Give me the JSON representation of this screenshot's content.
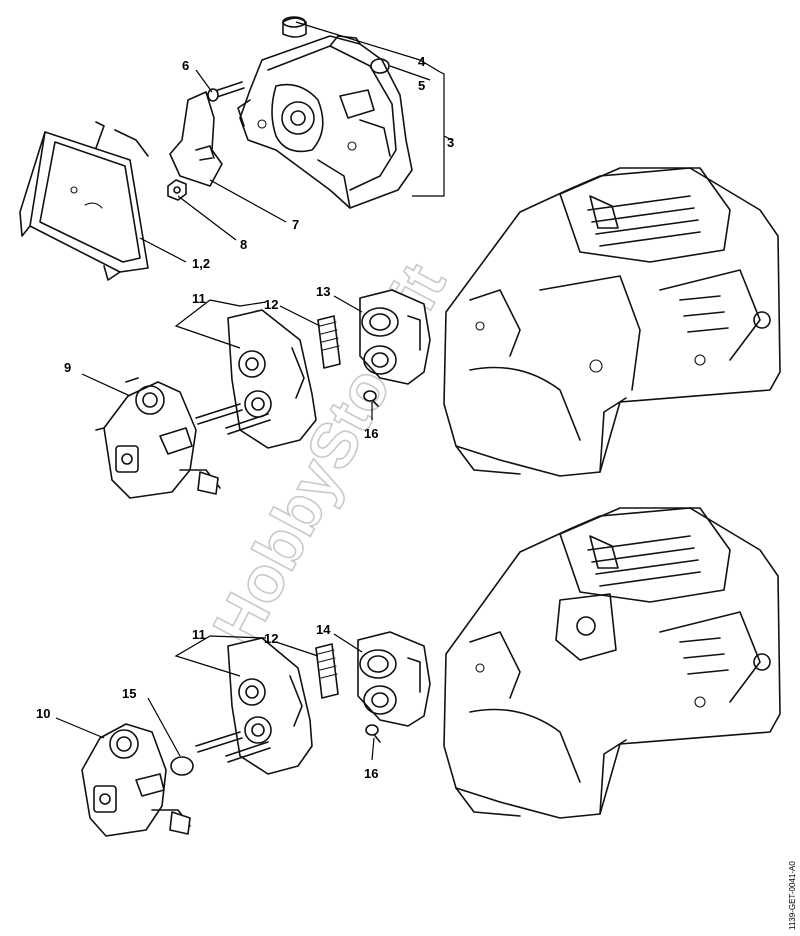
{
  "watermark": "HobbyStore.it",
  "reference_code": "1139-GET-0041-A0",
  "callouts": {
    "c_1_2": "1,2",
    "c_3": "3",
    "c_4": "4",
    "c_5": "5",
    "c_6": "6",
    "c_7": "7",
    "c_8": "8",
    "c_9": "9",
    "c_10": "10",
    "c_11_top": "11",
    "c_11_bottom": "11",
    "c_12_top": "12",
    "c_12_bottom": "12",
    "c_13": "13",
    "c_14": "14",
    "c_15": "15",
    "c_16_top": "16",
    "c_16_bottom": "16"
  }
}
